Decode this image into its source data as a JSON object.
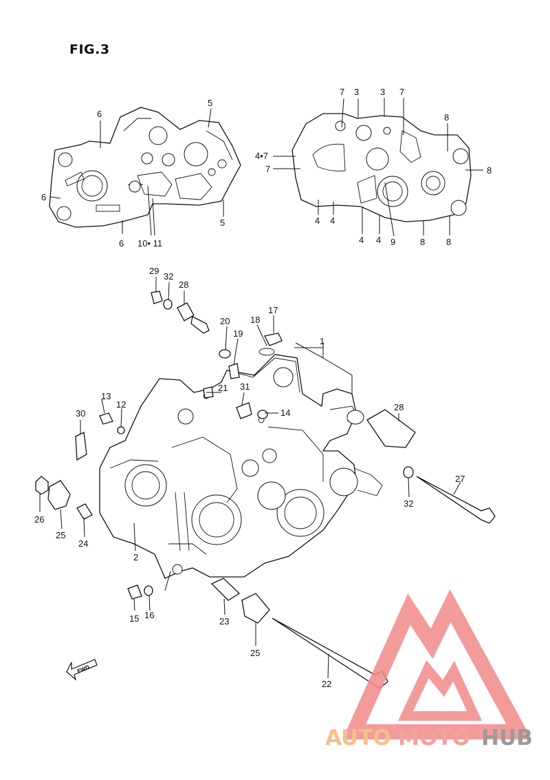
{
  "figure": {
    "title": "FIG.3"
  },
  "callouts": {
    "c1": "1",
    "c2": "2",
    "c3a": "3",
    "c3b": "3",
    "c4a": "4",
    "c4b": "4",
    "c4c": "4",
    "c4d": "4",
    "c47": "4•7",
    "c5a": "5",
    "c5b": "5",
    "c6a": "6",
    "c6b": "6",
    "c6c": "6",
    "c7a": "7",
    "c7b": "7",
    "c7c": "7",
    "c8a": "8",
    "c8b": "8",
    "c8c": "8",
    "c8d": "8",
    "c9": "9",
    "c1011": "10• 11",
    "c12": "12",
    "c13": "13",
    "c14": "14",
    "c15": "15",
    "c16": "16",
    "c17": "17",
    "c18": "18",
    "c19": "19",
    "c20": "20",
    "c21": "21",
    "c22": "22",
    "c23": "23",
    "c24": "24",
    "c25a": "25",
    "c25b": "25",
    "c26": "26",
    "c27": "27",
    "c28a": "28",
    "c28b": "28",
    "c29": "29",
    "c30": "30",
    "c31": "31",
    "c32a": "32",
    "c32b": "32"
  },
  "fwd_label": "FWD",
  "watermark": {
    "auto": "AUTO",
    "moto": "MOTO",
    "hub": "HUB",
    "colors": {
      "auto": "#f6c08a",
      "moto": "#f5a09a",
      "hub": "#9b9b9b",
      "logo": "#f28a8a"
    }
  }
}
